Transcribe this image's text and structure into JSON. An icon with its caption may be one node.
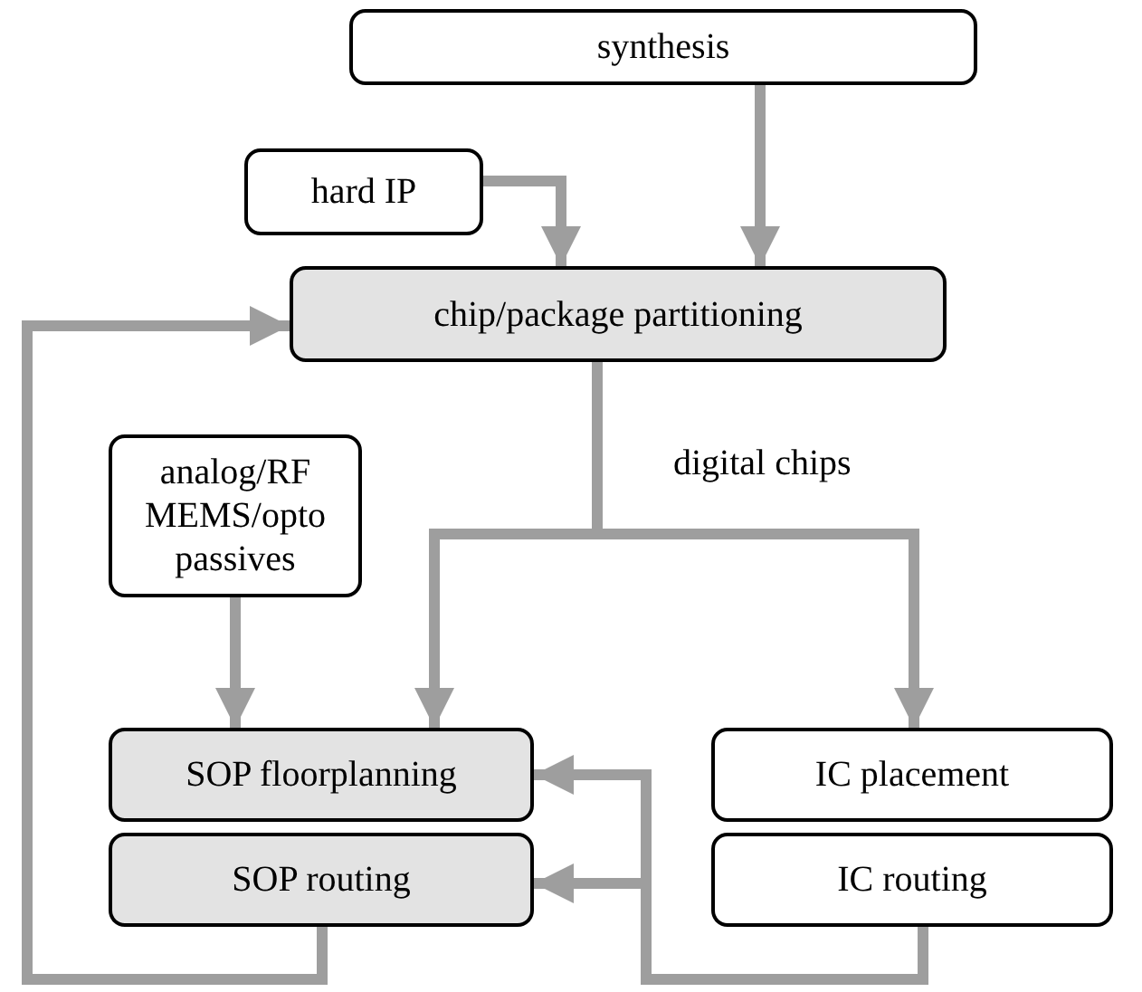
{
  "diagram": {
    "nodes": [
      {
        "text": [
          "synthesis"
        ]
      },
      {
        "text": [
          "hard IP"
        ]
      },
      {
        "text": [
          "chip/package partitioning"
        ]
      },
      {
        "text": [
          "analog/RF MEMS/opto passives"
        ]
      },
      {
        "text": [
          "SOP floorplanning"
        ]
      },
      {
        "text": [
          "IC placement"
        ]
      },
      {
        "text": [
          "SOP routing"
        ]
      },
      {
        "text": [
          "IC routing"
        ]
      }
    ],
    "edges": [
      {
        "from": 0,
        "to": 2,
        "arrow": "to"
      },
      {
        "from": 1,
        "to": 2,
        "arrow": "to"
      },
      {
        "from": 2,
        "to": 4,
        "arrow": "to"
      },
      {
        "from": 2,
        "to": 5,
        "arrow": "to"
      },
      {
        "from": 3,
        "to": 4,
        "arrow": "to"
      },
      {
        "from": 6,
        "to": 2,
        "arrow": "to"
      },
      {
        "from": 7,
        "to": 4,
        "arrow": "to"
      },
      {
        "from": 7,
        "to": 6,
        "arrow": "to"
      }
    ],
    "labels": [
      "digital chips"
    ]
  }
}
